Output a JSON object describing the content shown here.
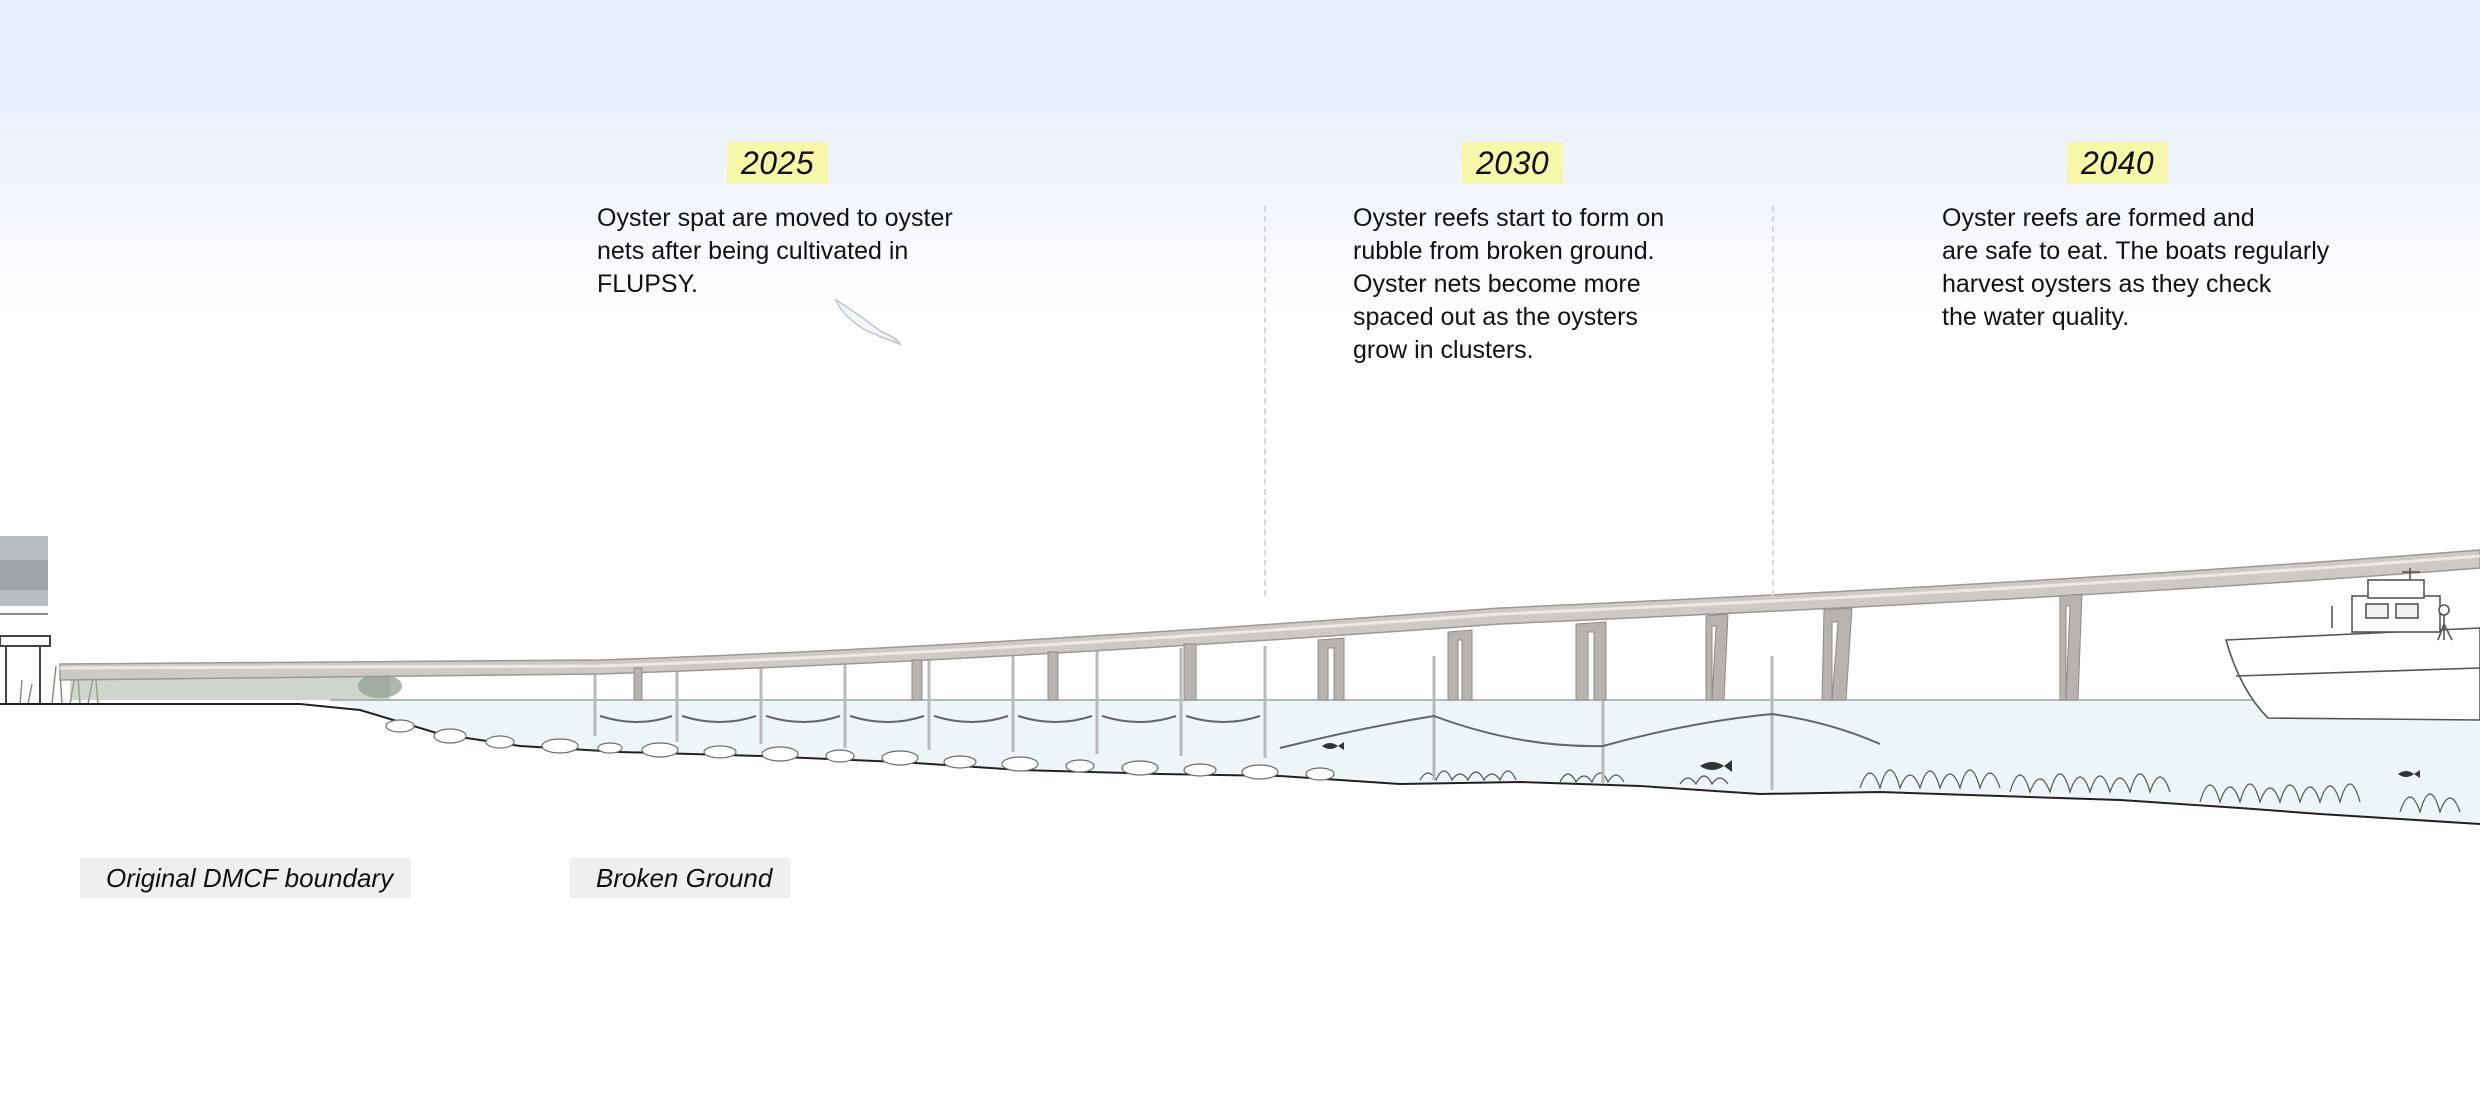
{
  "phases": [
    {
      "year": "2025",
      "description": "Oyster spat are moved to oyster\nnets after being cultivated in\nFLUPSY."
    },
    {
      "year": "2030",
      "description": "Oyster reefs start to form on\nrubble from broken ground.\nOyster nets become more\nspaced out as the oysters\ngrow in clusters."
    },
    {
      "year": "2040",
      "description": "Oyster reefs are formed and\nare safe to eat. The boats regularly\nharvest oysters as they check\nthe water quality."
    }
  ],
  "labels": {
    "boundary": "Original DMCF boundary",
    "broken_ground": "Broken Ground"
  },
  "colors": {
    "year_highlight": "#f6f7a8",
    "sky": "#e6edfb",
    "water": "#eef5f8",
    "bridge": "#c9c5c2",
    "label_bg": "#efefef"
  },
  "icons": [
    "bird-icon",
    "bridge-icon",
    "boat-icon",
    "fish-icon",
    "oyster-net-icon",
    "oyster-reef-icon",
    "reed-icon"
  ]
}
